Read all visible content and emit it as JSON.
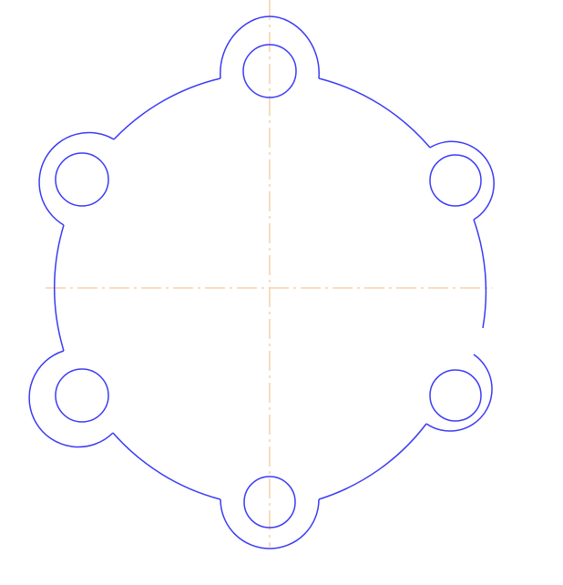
{
  "drawing": {
    "type": "cad-flange-outline",
    "colors": {
      "background": "#ffffff",
      "outline": "#3b3bf5",
      "centerline": "#f6c89a"
    },
    "features": {
      "main_circle": "main-flange-circle",
      "bolt_lug_count": 6,
      "bolt_hole_count": 6,
      "center_lines": [
        "horizontal-center-line",
        "vertical-center-line"
      ]
    }
  }
}
